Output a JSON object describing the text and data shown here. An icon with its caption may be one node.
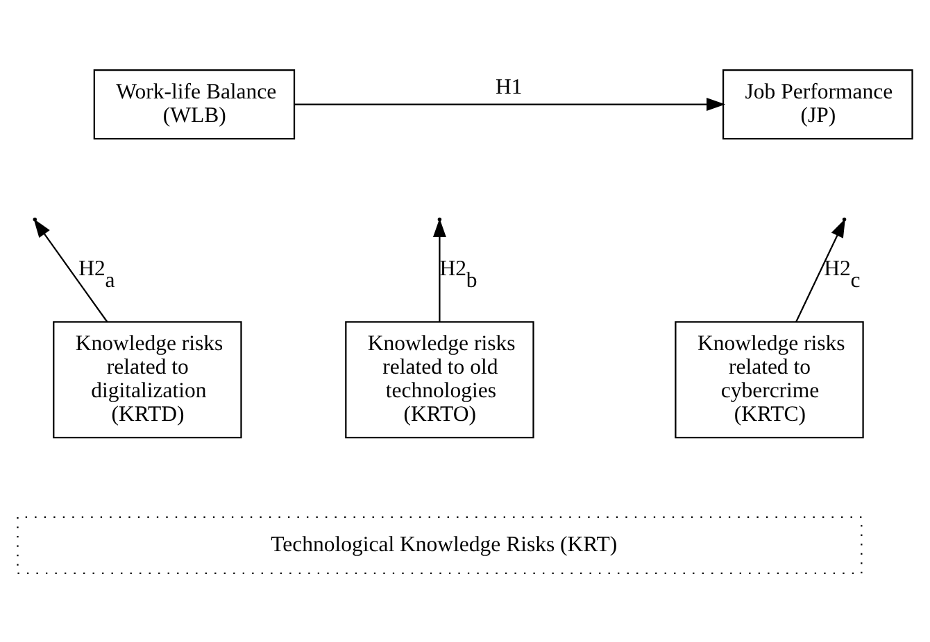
{
  "diagram": {
    "nodes": [
      {
        "text": [
          "Work-life Balance (WLB)"
        ]
      },
      {
        "text": [
          "Job Performance (JP)"
        ]
      },
      {
        "text": [
          "Knowledge risks related to digitalization (KRTD)"
        ]
      },
      {
        "text": [
          "Knowledge risks related to old technologies (KRTO)"
        ]
      },
      {
        "text": [
          "Knowledge risks related to cybercrime (KRTC)"
        ]
      },
      {
        "text": [
          "Technological Knowledge Risks (KRT)"
        ]
      }
    ],
    "edges": [
      {
        "from": 0,
        "to": 1,
        "arrow": "to",
        "label": "H1"
      },
      {
        "from": 2,
        "to": null,
        "arrow": "to",
        "label": "H2$_{a}$"
      },
      {
        "from": 3,
        "to": null,
        "arrow": "to",
        "label": "H2$_{b}$"
      },
      {
        "from": 4,
        "to": null,
        "arrow": "to",
        "label": "H2$_{c}$"
      }
    ]
  }
}
